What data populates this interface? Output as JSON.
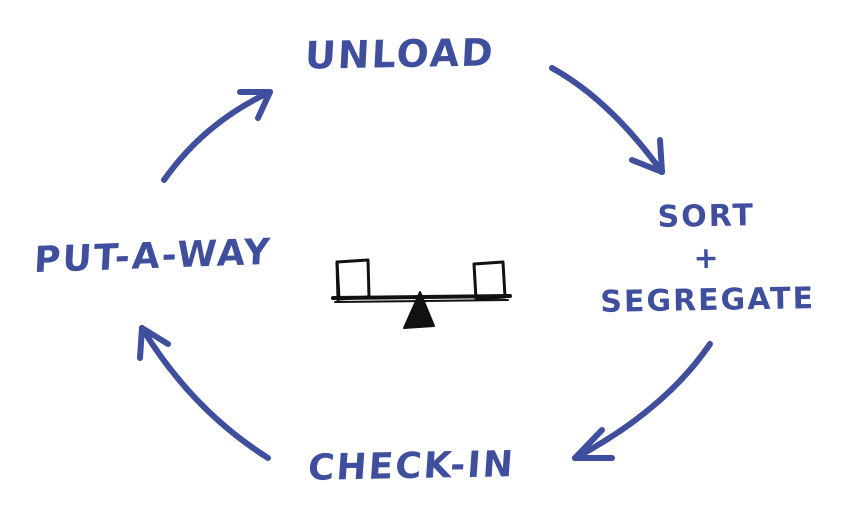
{
  "diagram": {
    "steps": [
      {
        "id": "unload",
        "label": "UNLOAD"
      },
      {
        "id": "sort",
        "lines": [
          "SORT",
          "+",
          "SEGREGATE"
        ]
      },
      {
        "id": "checkin",
        "label": "CHECK-IN"
      },
      {
        "id": "putaway",
        "label": "PUT-A-WAY"
      }
    ],
    "center_icon": "seesaw-balance-icon",
    "colors": {
      "ink": "#3f4f9e",
      "icon": "#111111"
    }
  }
}
